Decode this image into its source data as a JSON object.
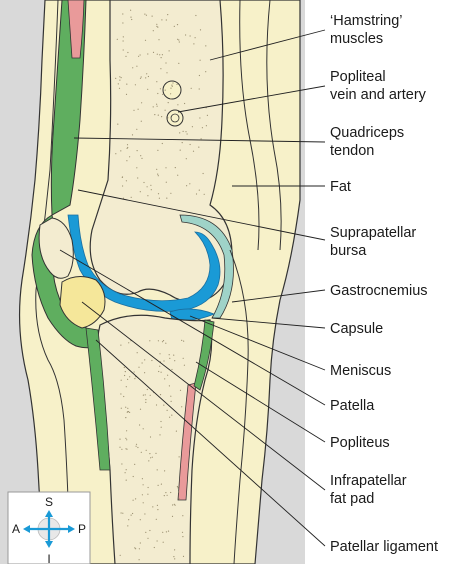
{
  "colors": {
    "background_panel": "#d9d9d9",
    "bone": "#f3ecd0",
    "soft_tissue": "#f7f1c9",
    "muscle_green": "#5fae5f",
    "tendon_green_light": "#9ccf86",
    "bursa_blue": "#1a9ad6",
    "capsule_teal": "#9fd3c8",
    "patella_yellow": "#f5e79a",
    "artery_pink": "#e99a9a",
    "outline": "#333333"
  },
  "labels": {
    "hamstring": [
      "‘Hamstring’",
      "muscles"
    ],
    "popliteal": [
      "Popliteal",
      "vein and artery"
    ],
    "quadriceps": [
      "Quadriceps",
      "tendon"
    ],
    "fat": [
      "Fat"
    ],
    "suprapatellar": [
      "Suprapatellar",
      "bursa"
    ],
    "gastrocnemius": [
      "Gastrocnemius"
    ],
    "capsule": [
      "Capsule"
    ],
    "meniscus": [
      "Meniscus"
    ],
    "patella": [
      "Patella"
    ],
    "popliteus": [
      "Popliteus"
    ],
    "infrapatellar": [
      "Infrapatellar",
      "fat pad"
    ],
    "patellar_ligament": [
      "Patellar ligament"
    ]
  },
  "compass": {
    "superior": "S",
    "inferior": "I",
    "anterior": "A",
    "posterior": "P",
    "arrow_color": "#1a9ad6"
  }
}
